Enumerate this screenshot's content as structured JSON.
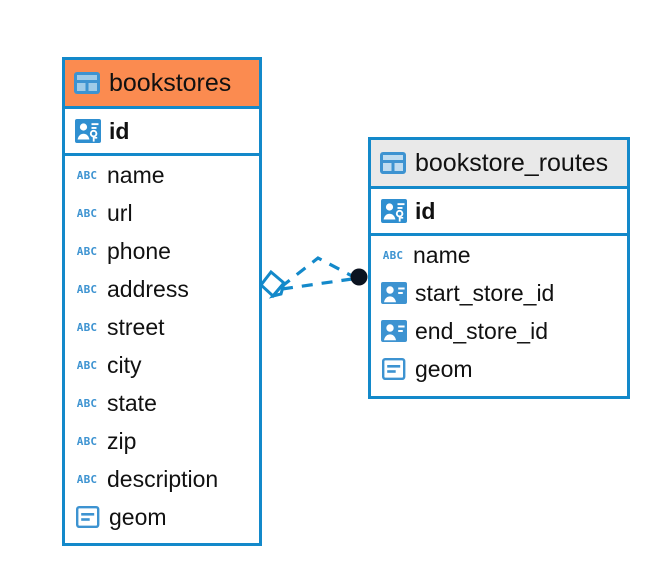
{
  "diagram": {
    "type": "entity-relationship-diagram",
    "background_color": "#ffffff",
    "accent_color": "#1389ca",
    "highlight_color": "#fb8b50",
    "header_gray": "#e9e9e9"
  },
  "entities": [
    {
      "name": "bookstores",
      "header_icon": "table-icon",
      "header_style": "orange",
      "primary_key": {
        "label": "id",
        "icon": "primary-key-icon"
      },
      "fields": [
        {
          "label": "name",
          "icon": "abc-text-icon"
        },
        {
          "label": "url",
          "icon": "abc-text-icon"
        },
        {
          "label": "phone",
          "icon": "abc-text-icon"
        },
        {
          "label": "address",
          "icon": "abc-text-icon"
        },
        {
          "label": "street",
          "icon": "abc-text-icon"
        },
        {
          "label": "city",
          "icon": "abc-text-icon"
        },
        {
          "label": "state",
          "icon": "abc-text-icon"
        },
        {
          "label": "zip",
          "icon": "abc-text-icon"
        },
        {
          "label": "description",
          "icon": "abc-text-icon"
        },
        {
          "label": "geom",
          "icon": "geometry-icon"
        }
      ]
    },
    {
      "name": "bookstore_routes",
      "header_icon": "table-icon",
      "header_style": "gray",
      "primary_key": {
        "label": "id",
        "icon": "primary-key-icon"
      },
      "fields": [
        {
          "label": "name",
          "icon": "abc-text-icon"
        },
        {
          "label": "start_store_id",
          "icon": "foreign-key-icon"
        },
        {
          "label": "end_store_id",
          "icon": "foreign-key-icon"
        },
        {
          "label": "geom",
          "icon": "geometry-icon"
        }
      ]
    }
  ],
  "relationship": {
    "source_entity": "bookstores",
    "target_entity": "bookstore_routes",
    "line_style": "dashed",
    "line_color": "#1389ca",
    "source_marker": "diamond-marker",
    "target_marker": "filled-circle-marker",
    "target_marker_color": "#0b1320"
  }
}
